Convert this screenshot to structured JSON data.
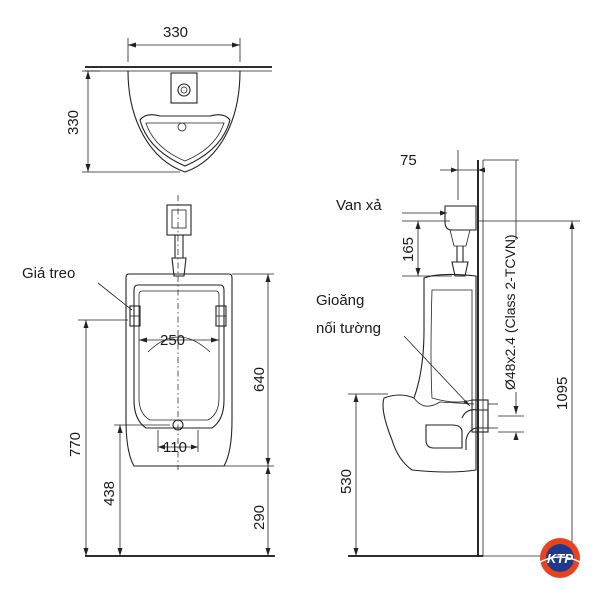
{
  "top_view": {
    "width_dim": "330",
    "depth_dim": "330"
  },
  "front_view": {
    "hanger_label": "Giá treo",
    "inner_width_dim": "250",
    "outlet_width_dim": "110",
    "height_dim": "640",
    "mount_height_dim": "770",
    "outlet_height_dim": "438",
    "bottom_height_dim": "290"
  },
  "side_view": {
    "offset_dim": "75",
    "valve_label": "Van xả",
    "valve_height_dim": "165",
    "gasket_label_line1": "Gioăng",
    "gasket_label_line2": "nối tường",
    "pipe_spec": "Ø48x2.4 (Class 2-TCVN)",
    "inlet_height_dim": "1095",
    "lip_height_dim": "530"
  },
  "logo": {
    "text": "KTP",
    "colors": {
      "ring": "#e8431c",
      "inner": "#1e3a8a",
      "letters": "#ffffff"
    }
  }
}
